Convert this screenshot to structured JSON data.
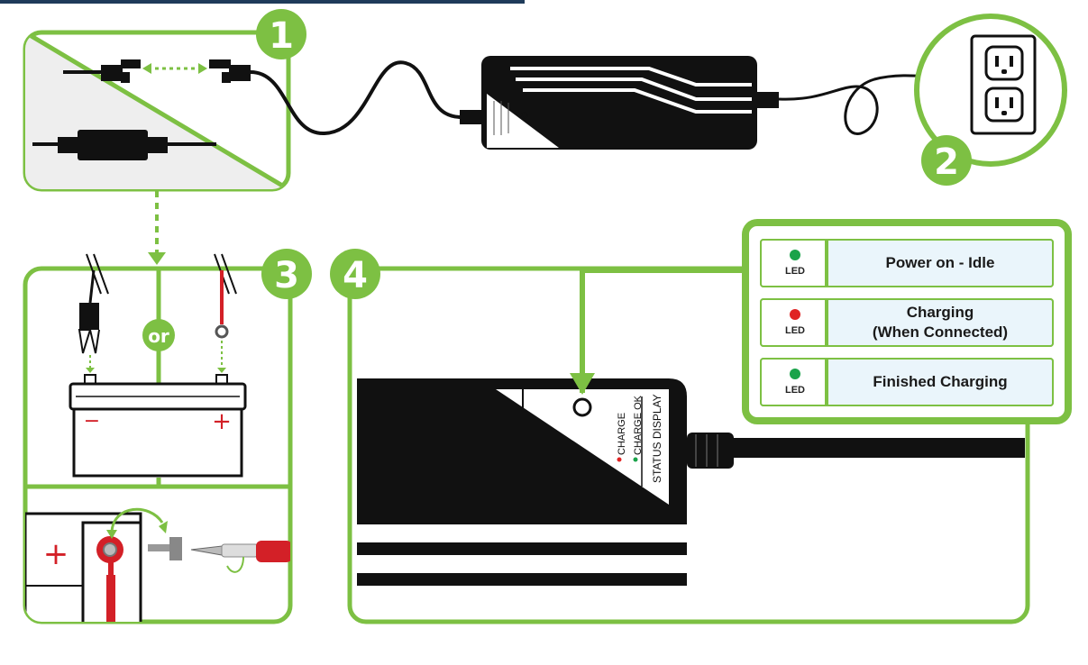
{
  "steps": [
    "1",
    "2",
    "3",
    "4"
  ],
  "or_label": "or",
  "battery_terminals": {
    "negative": "−",
    "positive": "+"
  },
  "terminal_plus": "+",
  "charger_status_display": {
    "title": "STATUS DISPLAY",
    "indicator_1": "CHARGE",
    "indicator_2": "CHARGE OK"
  },
  "led_legend": [
    {
      "led_label": "LED",
      "led_color": "#1aa34a",
      "description": "Power on - Idle"
    },
    {
      "led_label": "LED",
      "led_color": "#e02424",
      "description": "Charging\n(When Connected)"
    },
    {
      "led_label": "LED",
      "led_color": "#1aa34a",
      "description": "Finished Charging"
    }
  ],
  "colors": {
    "accent_green": "#7dc043",
    "legend_bg": "#eaf5fb",
    "led_green": "#1aa34a",
    "led_red": "#e02424",
    "cable_red": "#d32027"
  }
}
